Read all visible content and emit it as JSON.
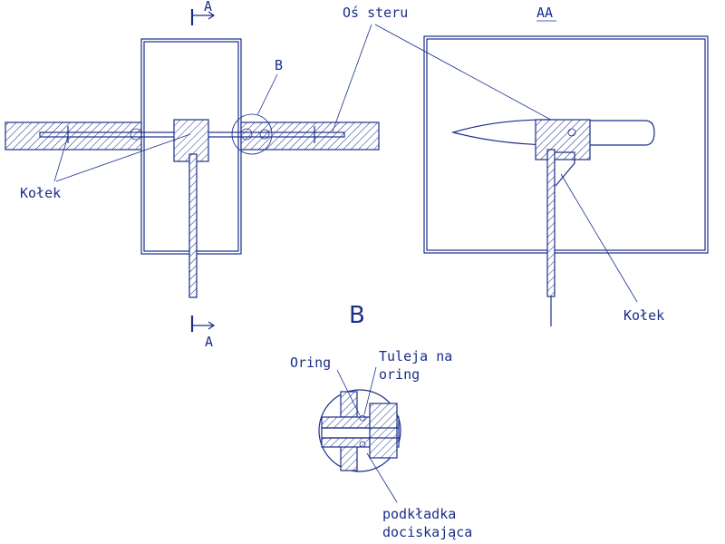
{
  "colors": {
    "ink": "#1a2e8a",
    "background": "#ffffff"
  },
  "labels": {
    "section_top": "A",
    "section_bottom": "A",
    "detail_marker": "B",
    "os_steru": "Oś steru",
    "section_view": "AA",
    "kolek_left": "Kołek",
    "kolek_right": "Kołek",
    "detail_title": "B",
    "oring": "Oring",
    "tuleja_line1": "Tuleja na",
    "tuleja_line2": "oring",
    "podkladka_line1": "podkładka",
    "podkladka_line2": "dociskająca"
  }
}
